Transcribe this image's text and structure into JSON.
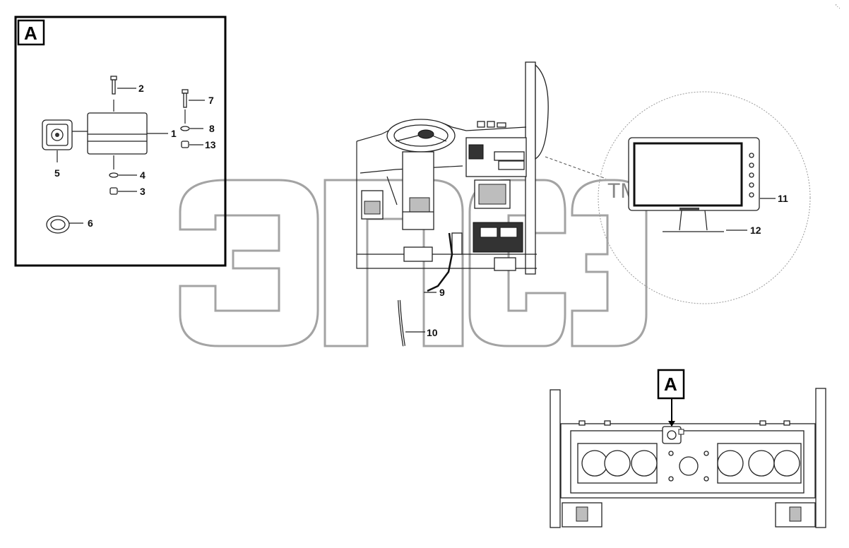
{
  "detail_marker": "A",
  "section_marker": "A",
  "watermark": "эпсэ",
  "trademark": "TM",
  "callouts": {
    "c1": "1",
    "c2": "2",
    "c3": "3",
    "c4": "4",
    "c5": "5",
    "c6": "6",
    "c7": "7",
    "c8": "8",
    "c9": "9",
    "c10": "10",
    "c11": "11",
    "c12": "12",
    "c13": "13"
  }
}
